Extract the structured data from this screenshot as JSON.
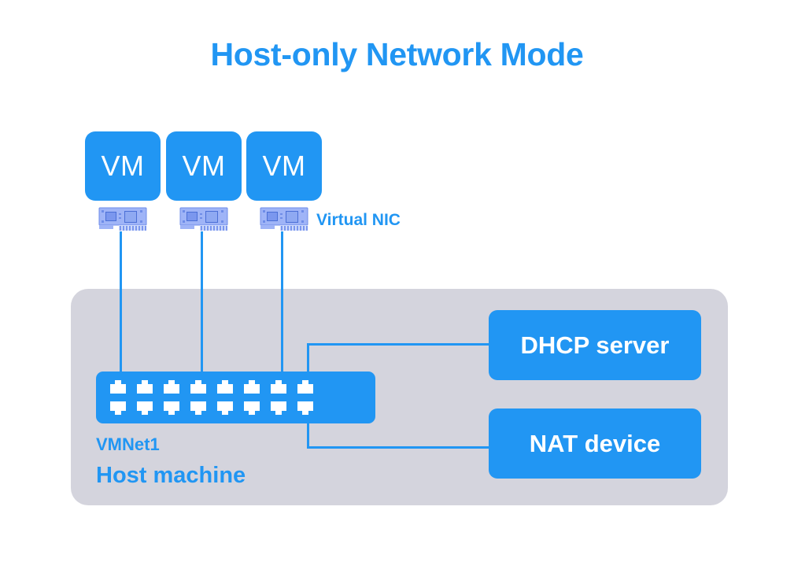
{
  "title": "Host-only Network Mode",
  "colors": {
    "accent_blue": "#2196f3",
    "panel_gray": "#d4d4dd",
    "background": "#ffffff",
    "label_white": "#ffffff"
  },
  "vms": [
    {
      "label": "VM",
      "nic_icon": "network-interface-card-icon"
    },
    {
      "label": "VM",
      "nic_icon": "network-interface-card-icon"
    },
    {
      "label": "VM",
      "nic_icon": "network-interface-card-icon"
    }
  ],
  "annotations": {
    "virtual_nic": "Virtual NIC"
  },
  "host": {
    "panel_name": "Host machine",
    "switch_name": "VMNet1",
    "switch": {
      "port_rows": 2,
      "ports_per_row": 8,
      "port_icon": "rj45-port-icon"
    }
  },
  "services": [
    {
      "id": "dhcp",
      "label": "DHCP server"
    },
    {
      "id": "nat",
      "label": "NAT device"
    }
  ],
  "connections": [
    {
      "from": "vm-1-nic",
      "to": "vmnet1-switch"
    },
    {
      "from": "vm-2-nic",
      "to": "vmnet1-switch"
    },
    {
      "from": "vm-3-nic",
      "to": "vmnet1-switch"
    },
    {
      "from": "vmnet1-switch",
      "to": "dhcp-server"
    },
    {
      "from": "vmnet1-switch",
      "to": "nat-device"
    }
  ]
}
